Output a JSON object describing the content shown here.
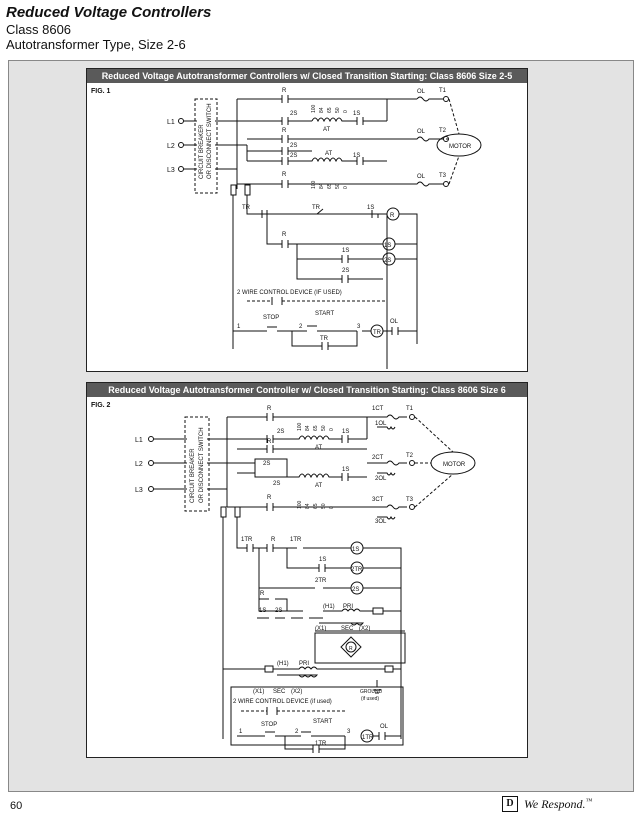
{
  "header": {
    "title": "Reduced Voltage Controllers",
    "subtitle_1": "Class 8606",
    "subtitle_2": "Autotransformer Type, Size 2-6"
  },
  "fig1": {
    "heading": "Reduced Voltage Autotransformer Controllers w/ Closed Transition Starting: Class 8606 Size 2-5",
    "label": "FIG. 1",
    "breaker": [
      "CIRCUIT BREAKER",
      "OR DISCONNECT SWITCH"
    ],
    "lines": [
      "L1",
      "L2",
      "L3"
    ],
    "terminals": [
      "T1",
      "T2",
      "T3"
    ],
    "motor": "MOTOR",
    "ol": "OL",
    "r": "R",
    "s1": "1S",
    "s2": "2S",
    "at": "AT",
    "tr": "TR",
    "taps": [
      "100",
      "84",
      "65",
      "50",
      "0"
    ],
    "control_device": "2 WIRE CONTROL DEVICE (IF USED)",
    "stop": "STOP",
    "start": "START",
    "nodes": [
      "1",
      "2",
      "3"
    ]
  },
  "fig2": {
    "heading": "Reduced Voltage Autotransformer Controller w/ Closed Transition Starting: Class 8606 Size 6",
    "label": "FIG. 2",
    "breaker": [
      "CIRCUIT BREAKER",
      "OR DISCONNECT SWITCH"
    ],
    "lines": [
      "L1",
      "L2",
      "L3"
    ],
    "terminals": [
      "T1",
      "T2",
      "T3"
    ],
    "motor": "MOTOR",
    "ct": [
      "1CT",
      "2CT",
      "3CT"
    ],
    "ol": [
      "1OL",
      "2OL",
      "3OL"
    ],
    "r": "R",
    "s1": "1S",
    "s2": "2S",
    "at": "AT",
    "tr1": "1TR",
    "tr2": "2TR",
    "taps": [
      "100",
      "84",
      "65",
      "50",
      "0"
    ],
    "pri": "PRI",
    "sec": "SEC",
    "h1": "(H1)",
    "x1": "(X1)",
    "x2": "(X2)",
    "ground": "GROUND",
    "ground_note": "(if used)",
    "control_device": "2 WIRE CONTROL DEVICE (if used)",
    "stop": "STOP",
    "start": "START",
    "ol_label": "OL",
    "nodes": [
      "1",
      "2",
      "3"
    ]
  },
  "footer": {
    "page": "60",
    "logo_letter": "D",
    "tagline": "We Respond.",
    "tm": "™"
  }
}
